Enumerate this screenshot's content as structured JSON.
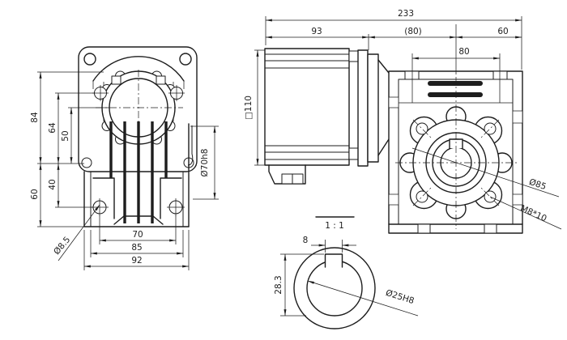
{
  "drawing_type": "worm-gearbox-technical-drawing",
  "colors": {
    "ink": "#1d1d1d",
    "background": "#ffffff"
  },
  "front_view": {
    "total_height": "84",
    "upper_height": "64",
    "center_height": "50",
    "lower_height": "60",
    "foot_height": "40",
    "mount_hole_dia": "Ø8.5",
    "hole_span": "70",
    "mid_width": "85",
    "base_width": "92",
    "spigot_dia": "Ø70h8"
  },
  "side_view": {
    "total_length": "233",
    "motor_length": "93",
    "mid_length_ref": "(80)",
    "head_length": "60",
    "top_hole_span": "80",
    "motor_frame": "□110"
  },
  "output_face": {
    "flange_dia": "Ø85",
    "tapped_hole": "M8*10"
  },
  "shaft_detail": {
    "scale_label": "1 : 1",
    "keyway_width": "8",
    "keyway_depth": "28.3",
    "bore_dia": "Ø25H8"
  }
}
